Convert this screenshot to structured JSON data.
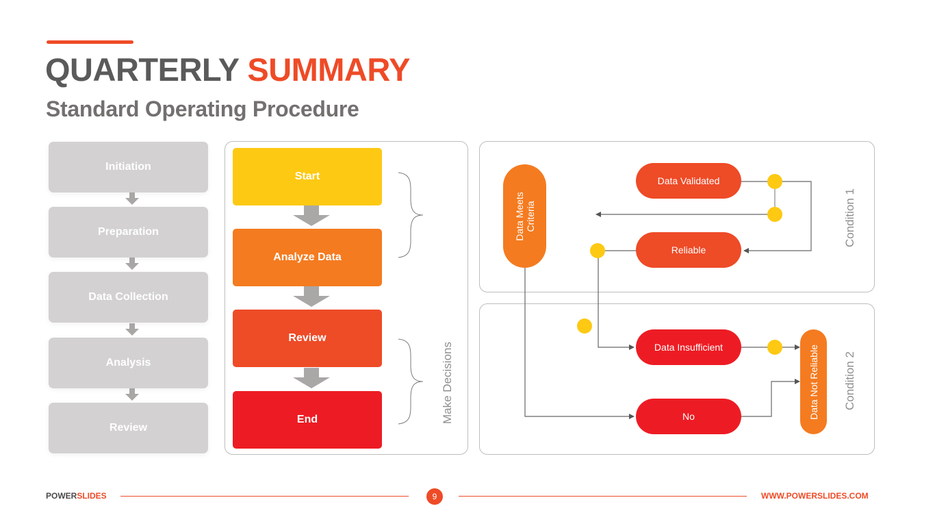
{
  "header": {
    "title_part1": "QUARTERLY",
    "title_part2": "SUMMARY",
    "subtitle": "Standard Operating Procedure"
  },
  "steps": [
    {
      "label": "Initiation"
    },
    {
      "label": "Preparation"
    },
    {
      "label": "Data Collection"
    },
    {
      "label": "Analysis"
    },
    {
      "label": "Review"
    }
  ],
  "flow": {
    "boxes": [
      {
        "label": "Start",
        "color": "#fdc913"
      },
      {
        "label": "Analyze Data",
        "color": "#f47b20"
      },
      {
        "label": "Review",
        "color": "#ee4b27"
      },
      {
        "label": "End",
        "color": "#ed1c24"
      }
    ],
    "bracket_label": "Make Decisions"
  },
  "condition1": {
    "label": "Condition 1",
    "criteria_pill": "Data Meets Criteria",
    "pills": [
      {
        "label": "Data Validated",
        "color": "#ee4b27"
      },
      {
        "label": "Reliable",
        "color": "#ee4b27"
      }
    ]
  },
  "condition2": {
    "label": "Condition 2",
    "target_pill": "Data Not Reliable",
    "pills": [
      {
        "label": "Data Insufficient",
        "color": "#ed1c24"
      },
      {
        "label": "No",
        "color": "#ed1c24"
      }
    ]
  },
  "colors": {
    "accent": "#ee4b27",
    "orange": "#f47b20",
    "yellow": "#fdc913",
    "red": "#ed1c24",
    "gray_step": "#d3d1d2",
    "arrow_gray": "#aaa7a7"
  },
  "footer": {
    "brand_part1": "POWER",
    "brand_part2": "SLIDES",
    "page_number": "9",
    "url": "WWW.POWERSLIDES.COM"
  }
}
